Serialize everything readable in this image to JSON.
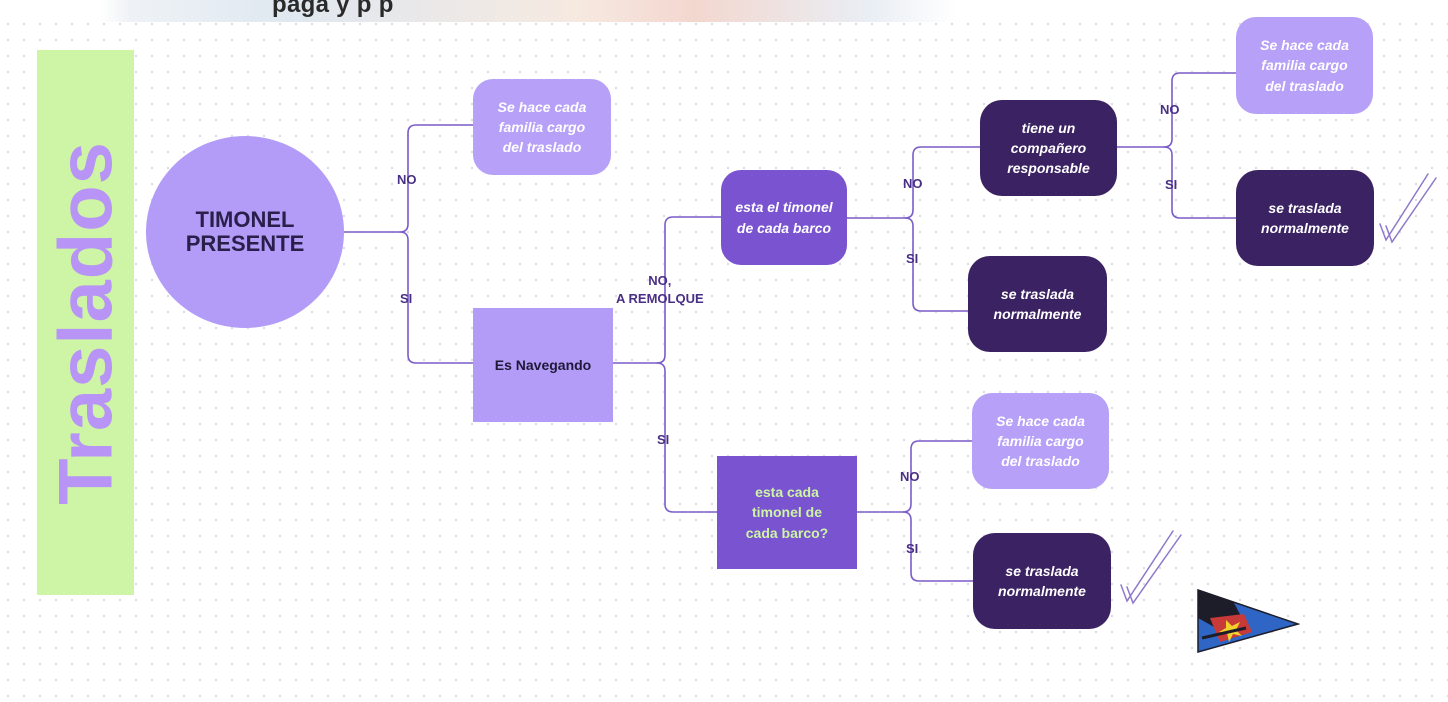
{
  "header": {
    "partial_text": "paga                   y                 p p"
  },
  "side_title": "Traslados",
  "root": {
    "label_line1": "TIMONEL",
    "label_line2": "PRESENTE"
  },
  "nodes": {
    "familia_1": {
      "line1": "Se hace cada",
      "line2": "familia cargo",
      "line3": "del traslado"
    },
    "es_navegando": {
      "label": "Es Navegando"
    },
    "esta_timonel": {
      "line1": "esta el timonel",
      "line2": "de cada barco"
    },
    "companero": {
      "line1": "tiene un",
      "line2": "compañero",
      "line3": "responsable"
    },
    "familia_2": {
      "line1": "Se hace cada",
      "line2": "familia cargo",
      "line3": "del traslado"
    },
    "traslada_1": {
      "line1": "se traslada",
      "line2": "normalmente"
    },
    "traslada_2": {
      "line1": "se traslada",
      "line2": "normalmente"
    },
    "cada_timonel": {
      "line1": "esta cada",
      "line2": "timonel de",
      "line3": "cada barco?"
    },
    "familia_3": {
      "line1": "Se hace cada",
      "line2": "familia cargo",
      "line3": "del traslado"
    },
    "traslada_3": {
      "line1": "se traslada",
      "line2": "normalmente"
    }
  },
  "edge_labels": {
    "root_no": "NO",
    "root_si": "SI",
    "nav_no_line1": "NO,",
    "nav_no_line2": "A REMOLQUE",
    "nav_si": "SI",
    "timonel_no": "NO",
    "timonel_si": "SI",
    "comp_no": "NO",
    "comp_si": "SI",
    "cada_no": "NO",
    "cada_si": "SI"
  },
  "colors": {
    "light_node": "#b7a0f8",
    "dark_node": "#3b2263",
    "mid_node": "#7953d0",
    "connector": "#7a5cc8",
    "side_bar": "#cdf5a5",
    "side_text": "#b894f6",
    "highlight_text": "#cdf5a5"
  },
  "icons": [
    "checkmark-icon",
    "club-pennant-flag-icon"
  ]
}
